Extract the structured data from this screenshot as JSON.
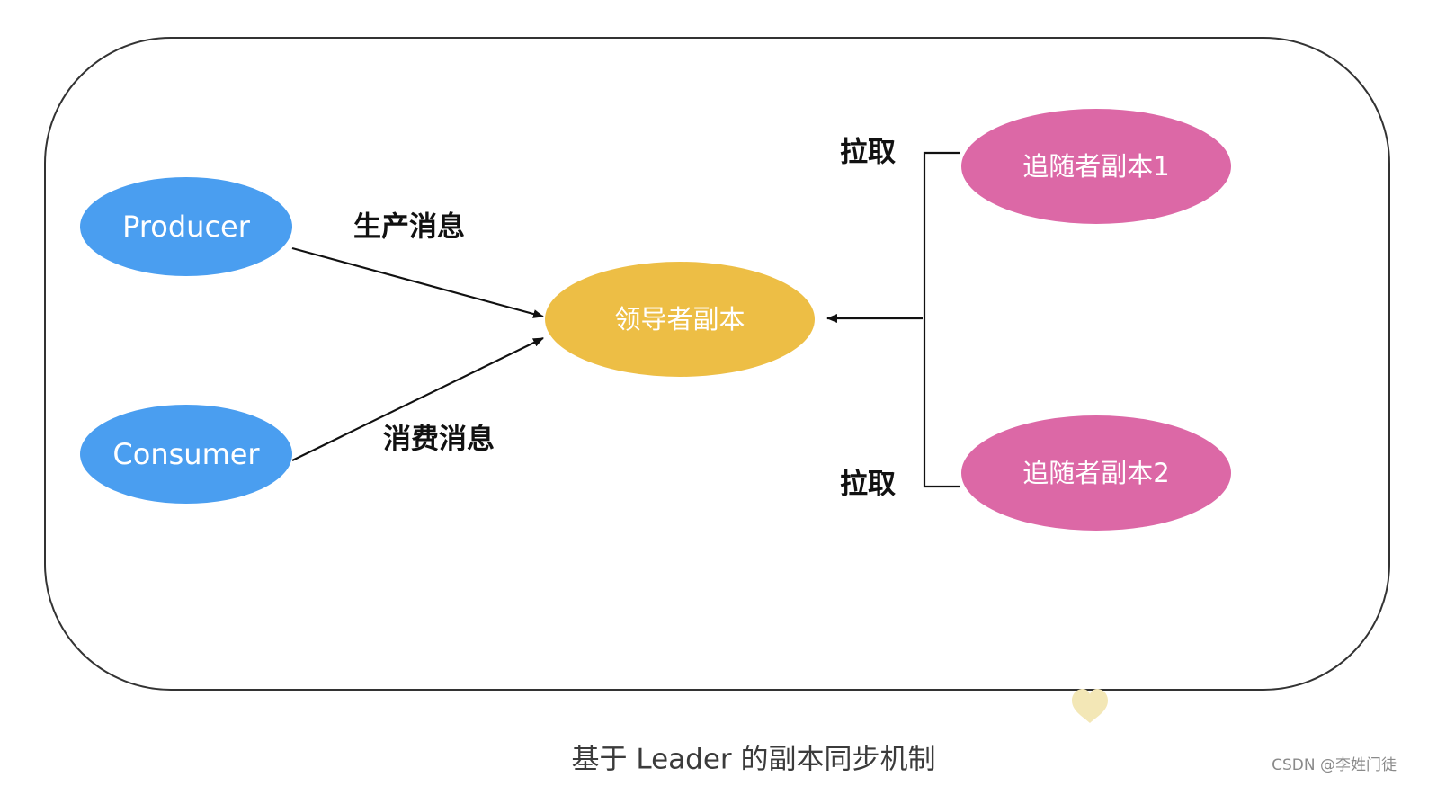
{
  "diagram": {
    "nodes": {
      "producer": {
        "label": "Producer",
        "color": "#4A9EF0"
      },
      "consumer": {
        "label": "Consumer",
        "color": "#4A9EF0"
      },
      "leader": {
        "label": "领导者副本",
        "color": "#EDBE45"
      },
      "follower1": {
        "label": "追随者副本1",
        "color": "#DC68A6"
      },
      "follower2": {
        "label": "追随者副本2",
        "color": "#DC68A6"
      }
    },
    "edges": {
      "produce": {
        "label": "生产消息"
      },
      "consume": {
        "label": "消费消息"
      },
      "pull1": {
        "label": "拉取"
      },
      "pull2": {
        "label": "拉取"
      }
    },
    "caption": "基于 Leader 的副本同步机制",
    "watermark": "CSDN @李姓门徒",
    "heart_icon": "heart-icon",
    "heart_color": "#F3E7B6",
    "frame_color": "#333333"
  }
}
